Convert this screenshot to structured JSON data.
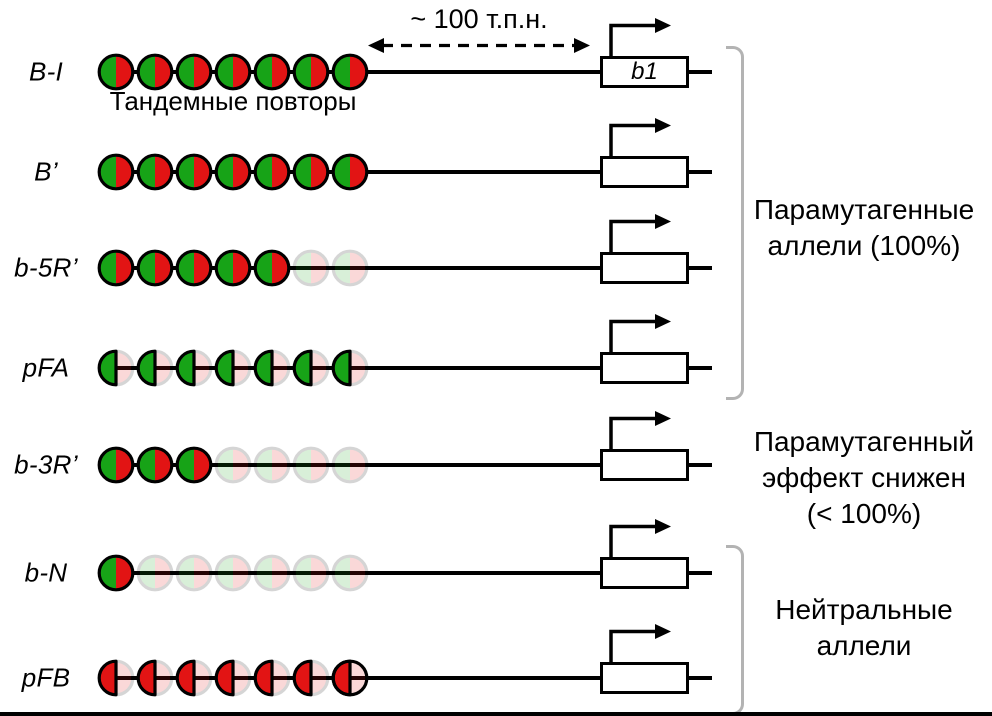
{
  "figure": {
    "distance_label": "~ 100 т.п.н.",
    "repeats_caption": "Тандемные повторы",
    "gene_label": "b1"
  },
  "rows": [
    {
      "label": "B-I",
      "units": [
        "full",
        "full",
        "full",
        "full",
        "full",
        "full",
        "full"
      ],
      "show_gene_label": true,
      "show_distance": true,
      "show_caption": true
    },
    {
      "label": "B’",
      "units": [
        "full",
        "full",
        "full",
        "full",
        "full",
        "full",
        "full"
      ]
    },
    {
      "label": "b-5R’",
      "units": [
        "full",
        "full",
        "full",
        "full",
        "full",
        "ghost",
        "ghost"
      ]
    },
    {
      "label": "pFA",
      "units": [
        "half-green",
        "half-green",
        "half-green",
        "half-green",
        "half-green",
        "half-green",
        "half-green"
      ]
    },
    {
      "label": "b-3R’",
      "units": [
        "full",
        "full",
        "full",
        "ghost",
        "ghost",
        "ghost",
        "ghost"
      ]
    },
    {
      "label": "b-N",
      "units": [
        "full",
        "ghost",
        "ghost",
        "ghost",
        "ghost",
        "ghost",
        "ghost"
      ]
    },
    {
      "label": "pFB",
      "units": [
        "half-red",
        "half-red",
        "half-red",
        "half-red",
        "half-red",
        "half-red",
        "half-red-circle"
      ]
    }
  ],
  "annotations": {
    "paramutagenic": "Парамутагенные\nаллели (100%)",
    "reduced": "Парамутагенный\nэффект снижен\n(< 100%)",
    "neutral": "Нейтральные\nаллели"
  },
  "colors": {
    "green": "#17a317",
    "red": "#e21414",
    "ghost_opacity": 0.16,
    "bracket": "#b3b3b3"
  }
}
